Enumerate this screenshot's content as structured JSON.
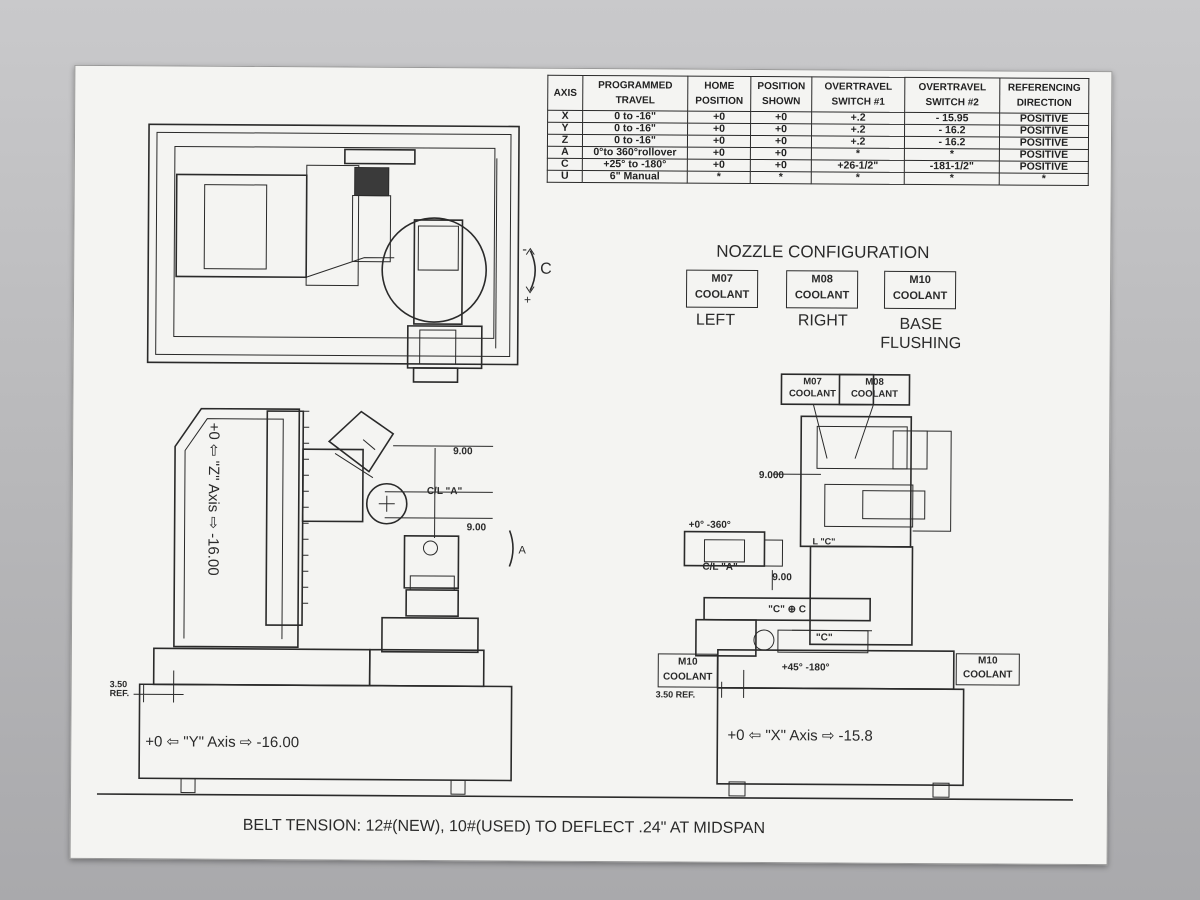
{
  "axis_table": {
    "headers": [
      "AXIS",
      "PROGRAMMED TRAVEL",
      "HOME POSITION",
      "POSITION SHOWN",
      "OVERTRAVEL SWITCH #1",
      "OVERTRAVEL SWITCH #2",
      "REFERENCING DIRECTION"
    ],
    "rows": [
      [
        "X",
        "0 to -16\"",
        "+0",
        "+0",
        "+.2",
        "- 15.95",
        "POSITIVE"
      ],
      [
        "Y",
        "0 to -16\"",
        "+0",
        "+0",
        "+.2",
        "- 16.2",
        "POSITIVE"
      ],
      [
        "Z",
        "0 to -16\"",
        "+0",
        "+0",
        "+.2",
        "- 16.2",
        "POSITIVE"
      ],
      [
        "A",
        "0°to 360°rollover",
        "+0",
        "+0",
        "*",
        "*",
        "POSITIVE"
      ],
      [
        "C",
        "+25° to -180°",
        "+0",
        "+0",
        "+26-1/2\"",
        "-181-1/2\"",
        "POSITIVE"
      ],
      [
        "U",
        "6\" Manual",
        "*",
        "*",
        "*",
        "*",
        "*"
      ]
    ]
  },
  "nozzle": {
    "title": "NOZZLE CONFIGURATION",
    "boxes": [
      {
        "code": "M07",
        "label": "COOLANT",
        "caption": "LEFT"
      },
      {
        "code": "M08",
        "label": "COOLANT",
        "caption": "RIGHT"
      },
      {
        "code": "M10",
        "label": "COOLANT",
        "caption": "BASE\nFLUSHING"
      }
    ]
  },
  "left_view": {
    "z_axis": "+0 ⇦ \"Z\" Axis ⇨ -16.00",
    "y_axis": "+0 ⇦ \"Y\" Axis ⇨ -16.00",
    "dim_900a": "9.00",
    "dim_900b": "9.00",
    "cl_a": "C/L \"A\"",
    "a_label": "A",
    "ref": "3.50\nREF."
  },
  "right_view": {
    "m07": "M07\nCOOLANT",
    "m08": "M08\nCOOLANT",
    "m10_left": "M10\nCOOLANT",
    "m10_right": "M10\nCOOLANT",
    "dim_9000": "9.000",
    "dim_900": "9.00",
    "a_range": "+0° -360°",
    "cl_a": "C/L \"A\"",
    "cl_c": "\"C\" ⊕ C",
    "c_label": "\"C\"",
    "c_range": "+45° -180°",
    "ref": "3.50 REF.",
    "x_axis": "+0 ⇦ \"X\" Axis ⇨ -15.8",
    "l_label": "L \"C\""
  },
  "top_view": {
    "c_label": "C",
    "minus": "-",
    "plus": "+"
  },
  "footer": "BELT TENSION: 12#(NEW), 10#(USED) TO DEFLECT .24\" AT MIDSPAN"
}
